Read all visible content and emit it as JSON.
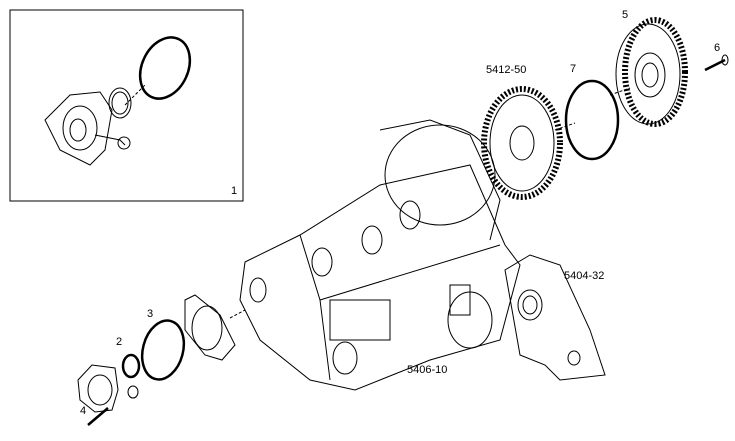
{
  "callouts": {
    "inset": "1",
    "seal": "2",
    "o_ring_front": "3",
    "bolt": "4",
    "gear_pulley": "5",
    "gear_bolt": "6",
    "o_ring_gear": "7",
    "camshaft_gear": "5412-50",
    "timing_cover": "5404-32",
    "cylinder_block": "5406-10"
  }
}
